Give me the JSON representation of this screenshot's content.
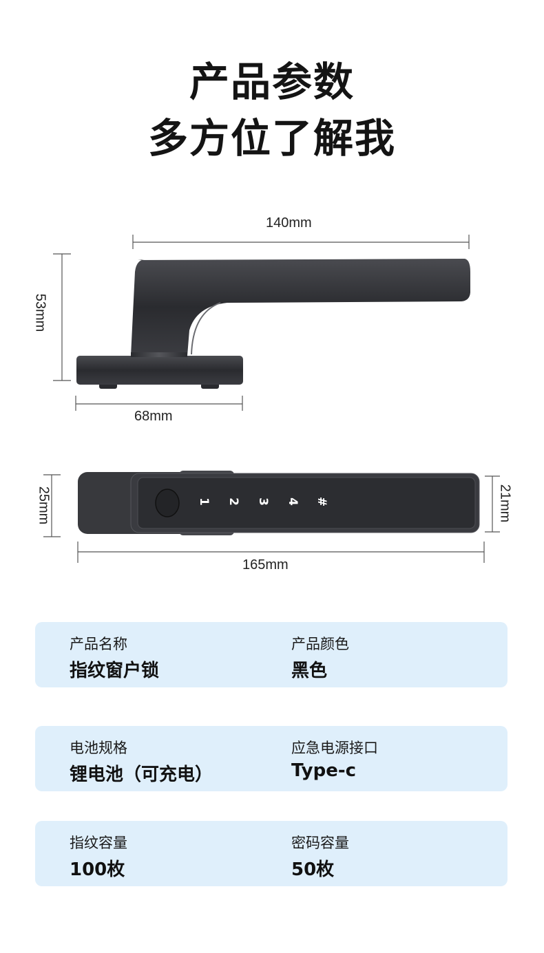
{
  "title": {
    "line1": "产品参数",
    "line2": "多方位了解我"
  },
  "dimensions": {
    "side_length": "140mm",
    "side_height": "53mm",
    "base_width": "68mm",
    "top_width": "25mm",
    "panel_width": "21mm",
    "total_length": "165mm"
  },
  "keypad": {
    "keys": [
      "1",
      "2",
      "3",
      "4",
      "#"
    ]
  },
  "specs": [
    {
      "label1": "产品名称",
      "value1": "指纹窗户锁",
      "label2": "产品颜色",
      "value2": "黑色"
    },
    {
      "label1": "电池规格",
      "value1": "锂电池（可充电）",
      "label2": "应急电源接口",
      "value2": "Type-c"
    },
    {
      "label1": "指纹容量",
      "value1": "100枚",
      "label2": "密码容量",
      "value2": "50枚"
    }
  ],
  "colors": {
    "card_bg": "#dfeffb",
    "product": "#2e2f33"
  }
}
